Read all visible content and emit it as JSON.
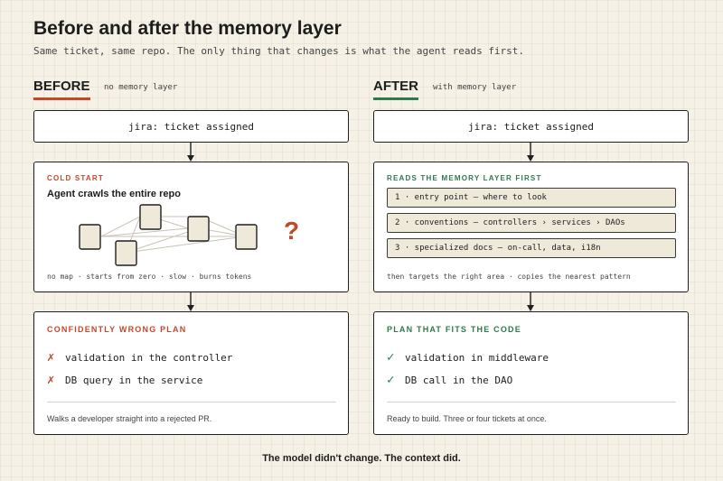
{
  "title": "Before and after the memory layer",
  "subtitle": "Same ticket, same repo. The only thing that changes is what the agent reads first.",
  "before": {
    "heading": "BEFORE",
    "tag": "no memory layer",
    "jira": "jira: ticket assigned",
    "mid_label": "COLD START",
    "mid_heading": "Agent crawls the entire repo",
    "question_mark": "?",
    "mid_footer": "no map · starts from zero · slow · burns tokens",
    "plan_label": "CONFIDENTLY WRONG PLAN",
    "plan_items": [
      {
        "mark": "✗",
        "text": "validation in the controller"
      },
      {
        "mark": "✗",
        "text": "DB query in the service"
      }
    ],
    "plan_footer": "Walks a developer straight into a rejected PR."
  },
  "after": {
    "heading": "AFTER",
    "tag": "with memory layer",
    "jira": "jira: ticket assigned",
    "mid_label": "READS THE MEMORY LAYER FIRST",
    "memory_rows": [
      "1 · entry point — where to look",
      "2 · conventions — controllers › services › DAOs",
      "3 · specialized docs — on-call, data, i18n"
    ],
    "mid_footer": "then targets the right area · copies the nearest pattern",
    "plan_label": "PLAN THAT FITS THE CODE",
    "plan_items": [
      {
        "mark": "✓",
        "text": "validation in middleware"
      },
      {
        "mark": "✓",
        "text": "DB call in the DAO"
      }
    ],
    "plan_footer": "Ready to build. Three or four tickets at once."
  },
  "bottom_line": "The model didn't change. The context did.",
  "colors": {
    "before_accent": "#c2482a",
    "after_accent": "#2e7a4c",
    "background": "#f6f1e7",
    "node_fill": "#efe9da"
  }
}
